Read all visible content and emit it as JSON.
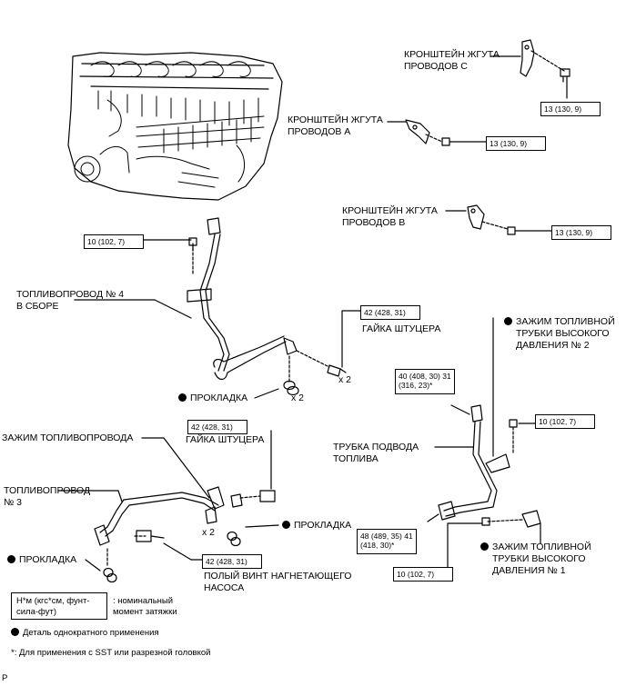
{
  "labels": {
    "bracket_c": [
      "КРОНШТЕЙН ЖГУТА",
      "ПРОВОДОВ С"
    ],
    "bracket_a": [
      "КРОНШТЕЙН ЖГУТА",
      "ПРОВОДОВ А"
    ],
    "bracket_b": [
      "КРОНШТЕЙН ЖГУТА",
      "ПРОВОДОВ В"
    ],
    "fuel_line_4": [
      "ТОПЛИВОПРОВОД № 4",
      "В СБОРЕ"
    ],
    "union_nut_1": "ГАЙКА ШТУЦЕРА",
    "clamp_hp_2": [
      "ЗАЖИМ ТОПЛИВНОЙ",
      "ТРУБКИ ВЫСОКОГО",
      "ДАВЛЕНИЯ № 2"
    ],
    "gasket_1": "ПРОКЛАДКА",
    "x2_a": "x 2",
    "x2_b": "x 2",
    "x2_c": "x 2",
    "union_nut_2": "ГАЙКА ШТУЦЕРА",
    "fuel_line_clamp": "ЗАЖИМ ТОПЛИВОПРОВОДА",
    "fuel_inlet_tube": [
      "ТРУБКА ПОДВОДА",
      "ТОПЛИВА"
    ],
    "fuel_line_3": [
      "ТОПЛИВОПРОВОД",
      "№ 3"
    ],
    "gasket_2": "ПРОКЛАДКА",
    "gasket_3": "ПРОКЛАДКА",
    "hollow_screw": [
      "ПОЛЫЙ ВИНТ НАГНЕТАЮЩЕГО",
      "НАСОСА"
    ],
    "clamp_hp_1": [
      "ЗАЖИМ ТОПЛИВНОЙ",
      "ТРУБКИ ВЫСОКОГО",
      "ДАВЛЕНИЯ № 1"
    ]
  },
  "torques": {
    "t_bracket_c": "13 (130, 9)",
    "t_bracket_a": "13 (130, 9)",
    "t_bracket_b": "13 (130, 9)",
    "t_fuel4_bolt": "10 (102, 7)",
    "t_union_nut_1": "42 (428, 31)",
    "t_inlet_tube": [
      "40 (408, 30) 31",
      "(316, 23)*"
    ],
    "t_clamp2_bolt": "10 (102, 7)",
    "t_union_nut_2": "42 (428, 31)",
    "t_hollow_screw": "42 (428, 31)",
    "t_inlet_lower": [
      "48 (489, 35) 41",
      "(418, 30)*"
    ],
    "t_clamp1_bolt": "10 (102, 7)"
  },
  "legend": {
    "units": [
      "Н*м (кгс*см, фунт-",
      "сила-фут)"
    ],
    "units_desc": [
      ": номинальный",
      "момент затяжки"
    ],
    "non_reusable": "Деталь однократного применения",
    "footnote": "*: Для применения с SST или разрезной головкой",
    "corner": "P"
  }
}
